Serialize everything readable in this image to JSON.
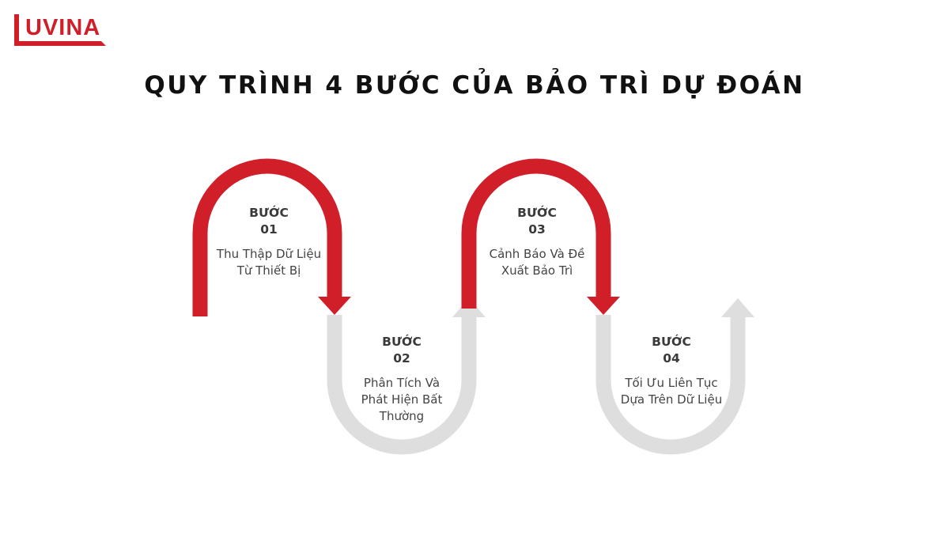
{
  "brand": {
    "logo_text": "UVINA",
    "accent_color": "#d11f2a"
  },
  "title": "QUY TRÌNH 4 BƯỚC CỦA BẢO TRÌ DỰ ĐOÁN",
  "colors": {
    "active": "#d11f2a",
    "inactive": "#dedede"
  },
  "steps": [
    {
      "label": "BƯỚC",
      "number": "01",
      "description": "Thu Thập Dữ Liệu Từ Thiết Bị",
      "state": "active"
    },
    {
      "label": "BƯỚC",
      "number": "02",
      "description": "Phân Tích Và Phát Hiện Bất Thường",
      "state": "inactive"
    },
    {
      "label": "BƯỚC",
      "number": "03",
      "description": "Cảnh Báo Và Đề Xuất Bảo Trì",
      "state": "active"
    },
    {
      "label": "BƯỚC",
      "number": "04",
      "description": "Tối Ưu Liên Tục Dựa Trên Dữ Liệu",
      "state": "inactive"
    }
  ]
}
